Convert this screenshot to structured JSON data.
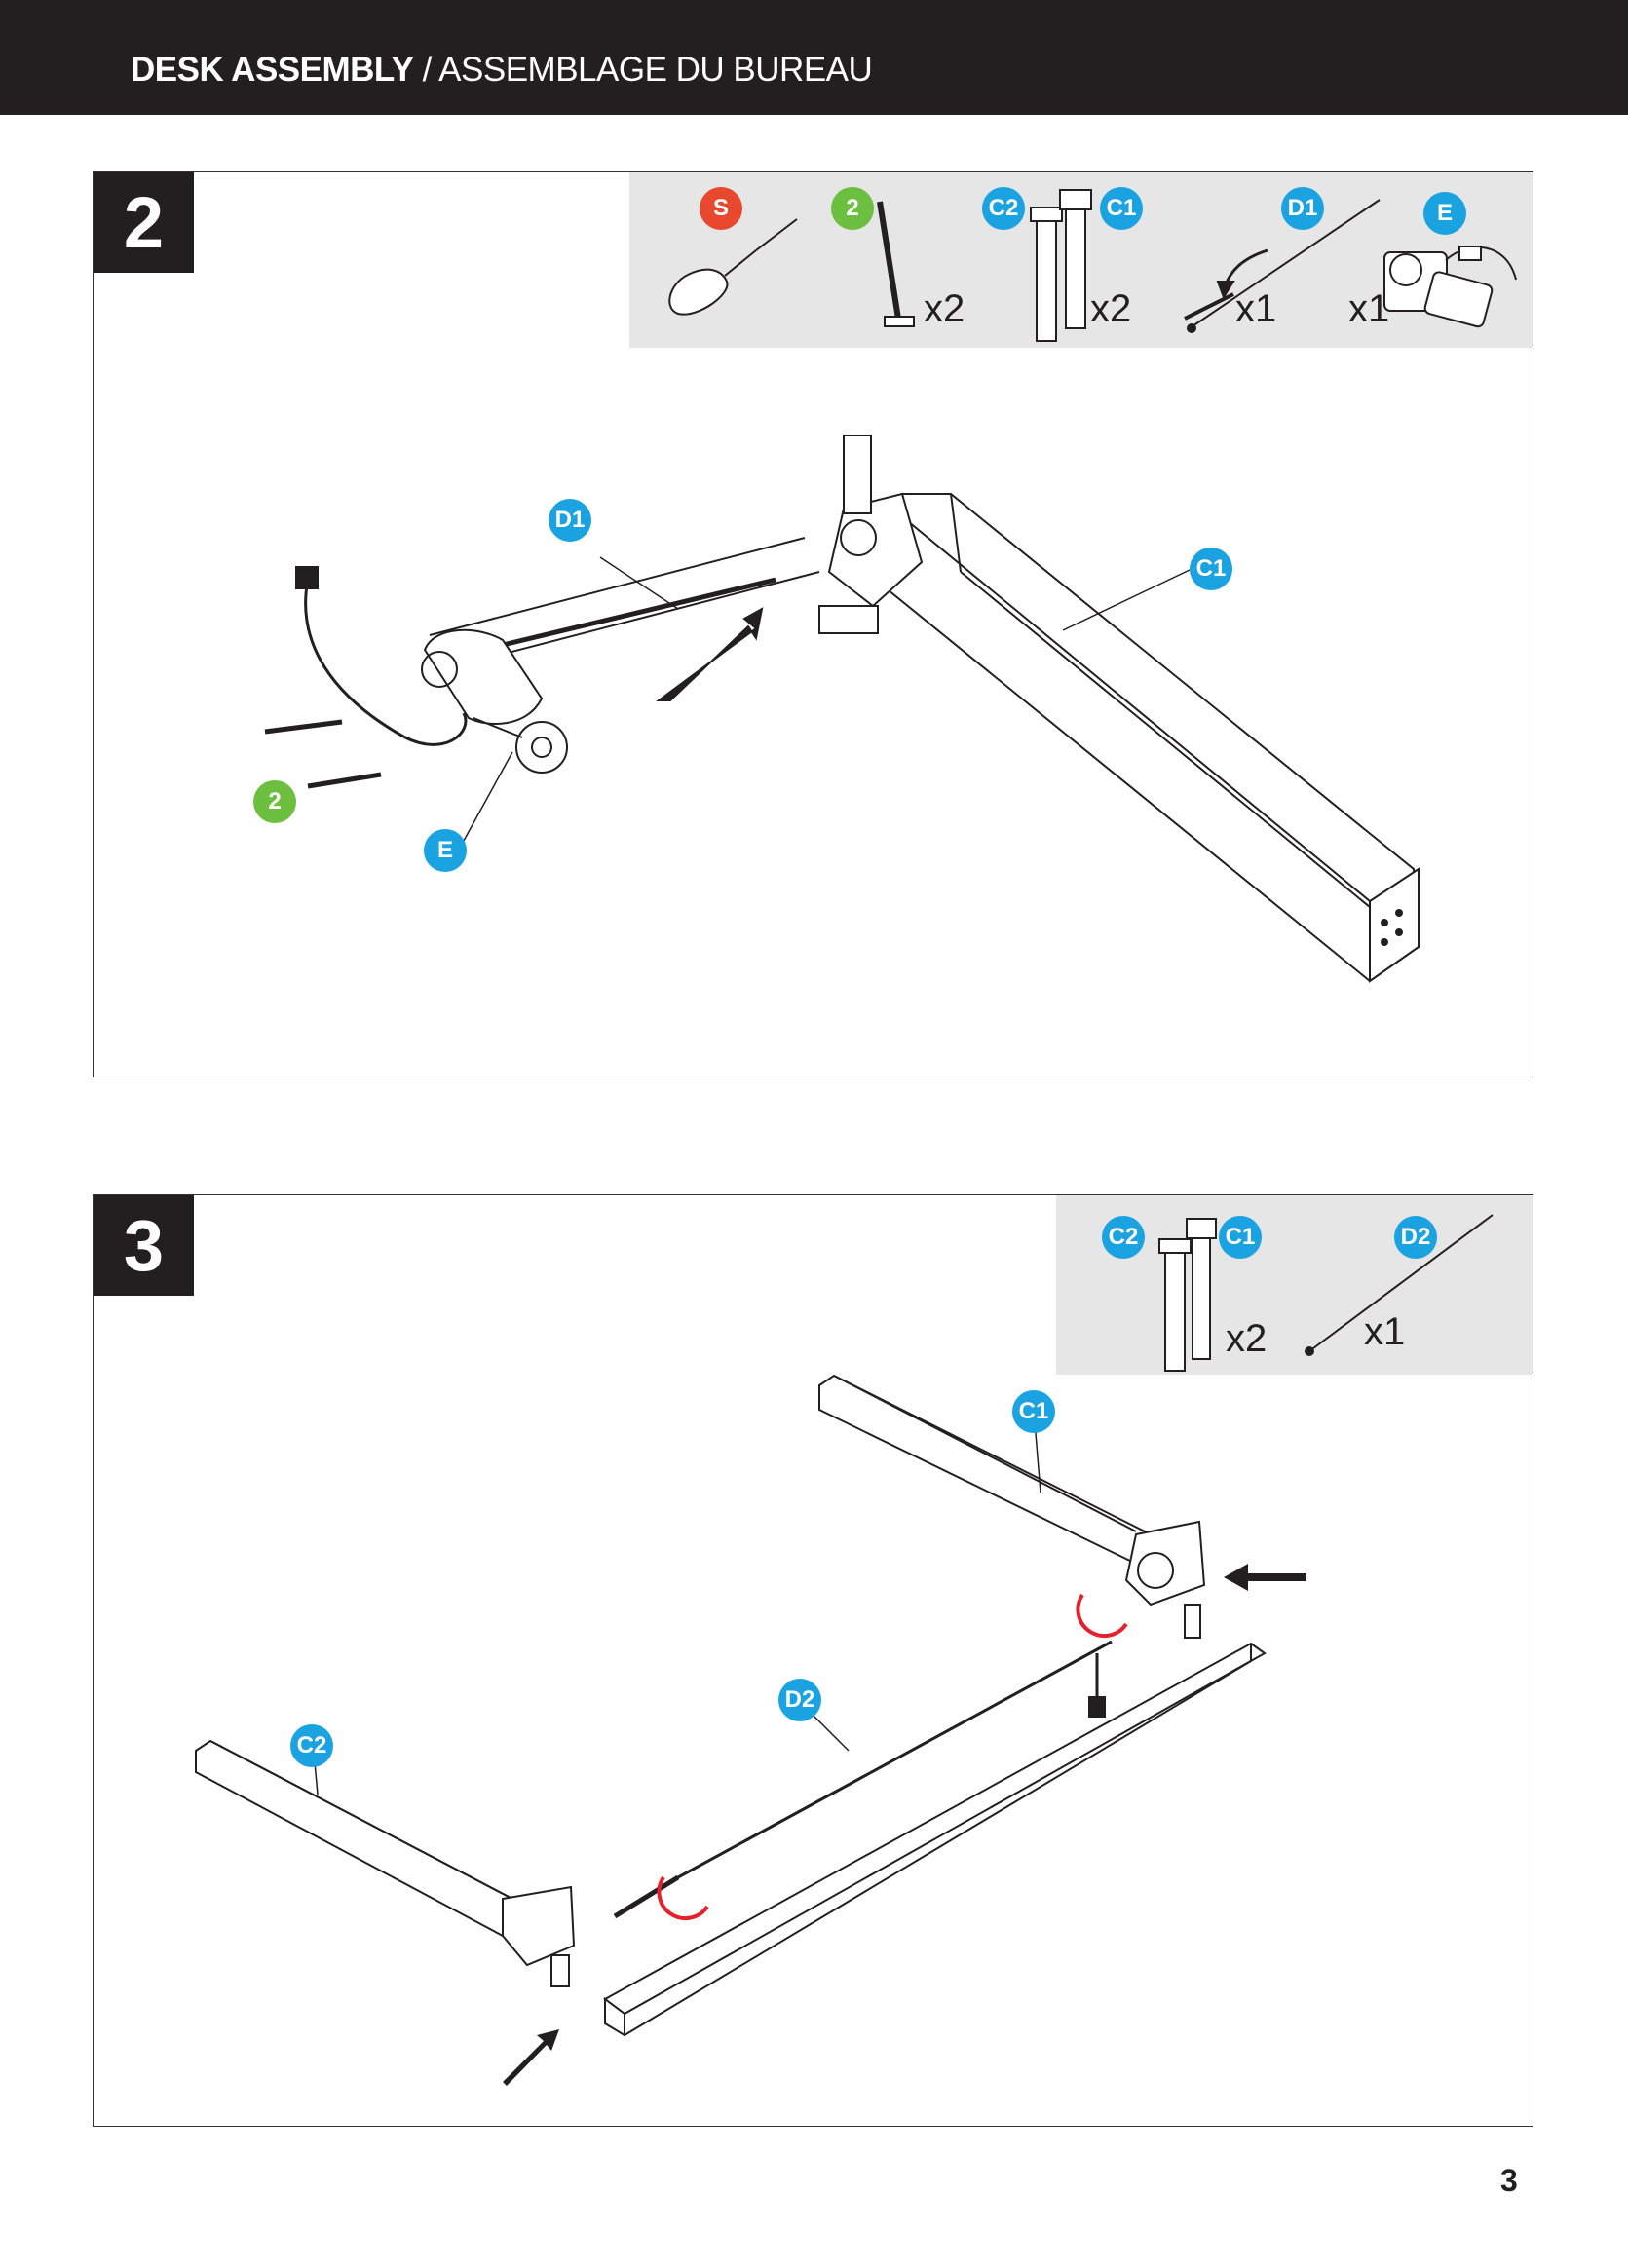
{
  "header": {
    "title_bold": "DESK ASSEMBLY",
    "separator": " / ",
    "title_light": "ASSEMBLAGE DU BUREAU"
  },
  "step2": {
    "number": "2",
    "parts": [
      {
        "label": "S",
        "color": "#e8482d",
        "qty": ""
      },
      {
        "label": "2",
        "color": "#6cbf3f",
        "qty": "x2"
      },
      {
        "label": "C2",
        "color": "#1aa3e0",
        "qty": ""
      },
      {
        "label": "C1",
        "color": "#1aa3e0",
        "qty": "x2"
      },
      {
        "label": "D1",
        "color": "#1aa3e0",
        "qty": "x1"
      },
      {
        "label": "E",
        "color": "#1aa3e0",
        "qty": "x1"
      }
    ],
    "callouts": {
      "d1": "D1",
      "c1": "C1",
      "screw": "2",
      "e": "E"
    }
  },
  "step3": {
    "number": "3",
    "parts": [
      {
        "label": "C2",
        "color": "#1aa3e0",
        "qty": ""
      },
      {
        "label": "C1",
        "color": "#1aa3e0",
        "qty": "x2"
      },
      {
        "label": "D2",
        "color": "#1aa3e0",
        "qty": "x1"
      }
    ],
    "callouts": {
      "c1": "C1",
      "d2": "D2",
      "c2": "C2"
    }
  },
  "page_number": "3",
  "icons": [
    "screwdriver-icon",
    "screw-icon",
    "leg-column-icon",
    "drive-shaft-icon",
    "motor-icon",
    "push-arrow-icon",
    "rotate-arrow-icon"
  ]
}
